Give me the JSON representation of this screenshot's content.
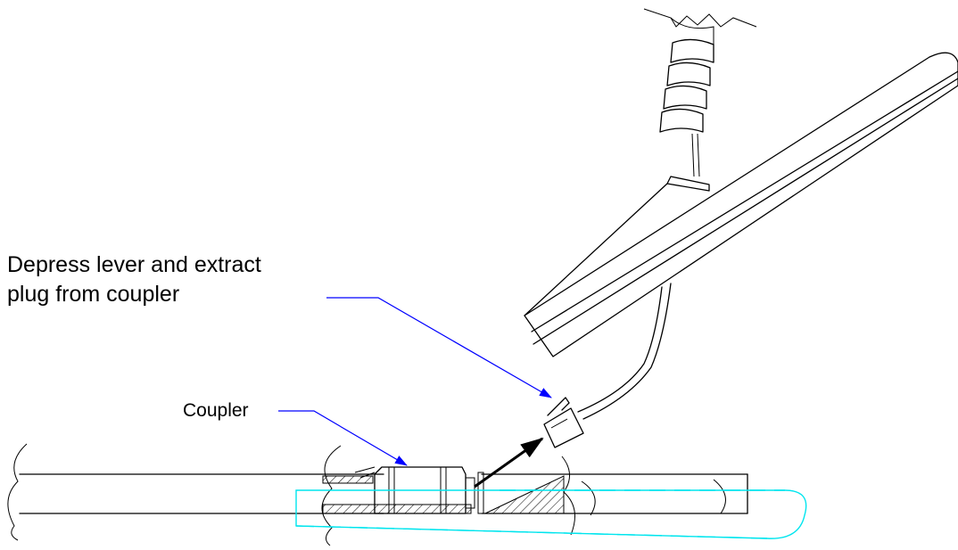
{
  "labels": {
    "depress_line1": "Depress lever and extract",
    "depress_line2": "plug from coupler",
    "coupler": "Coupler"
  },
  "colors": {
    "line": "#000000",
    "leader": "#0000ff",
    "hidden_outline": "#00e5ee",
    "background": "#ffffff"
  }
}
